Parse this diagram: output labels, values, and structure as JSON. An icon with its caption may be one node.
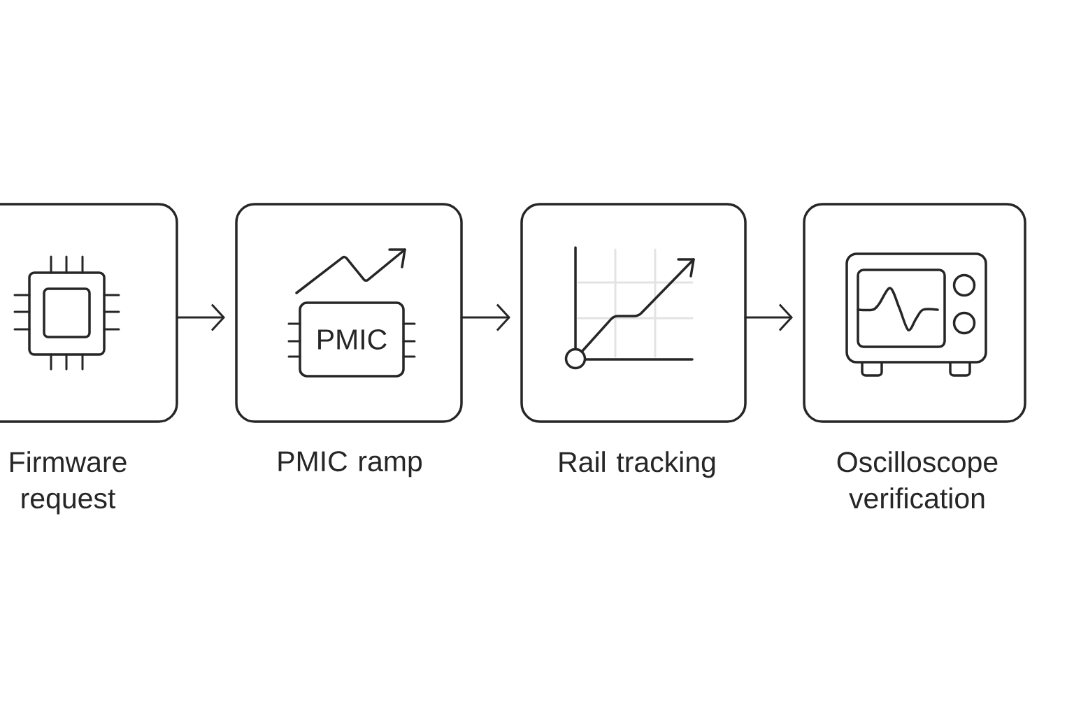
{
  "diagram": {
    "nodes": [
      {
        "text": [
          "Firmware request"
        ]
      },
      {
        "text": [
          "PMIC ramp"
        ]
      },
      {
        "text": [
          "PMIC"
        ],
        "in": 1
      },
      {
        "text": [
          "Rail tracking"
        ]
      },
      {
        "text": [
          "Oscilloscope verification"
        ]
      }
    ],
    "edges": [
      {
        "from": 0,
        "to": 1,
        "arrow": "to"
      },
      {
        "from": 1,
        "to": 3,
        "arrow": "to"
      },
      {
        "from": 3,
        "to": 4,
        "arrow": "to"
      }
    ]
  }
}
